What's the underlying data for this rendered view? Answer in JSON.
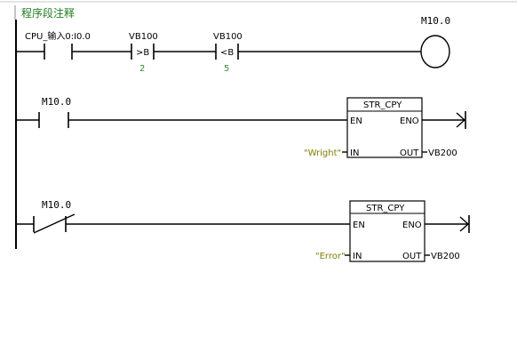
{
  "network": {
    "comment": "程序段注释"
  },
  "rung1": {
    "contact1_label": "CPU_输入0:I0.0",
    "compare1": {
      "operand": "VB100",
      "op": ">B",
      "value": "2"
    },
    "compare2": {
      "operand": "VB100",
      "op": "<B",
      "value": "5"
    },
    "coil_label": "M10.0"
  },
  "rung2": {
    "contact_label": "M10.0",
    "block": {
      "title": "STR_CPY",
      "en": "EN",
      "eno": "ENO",
      "in": "IN",
      "out": "OUT"
    },
    "in_value": "\"Wright\"",
    "out_value": "VB200"
  },
  "rung3": {
    "contact_label": "M10.0",
    "block": {
      "title": "STR_CPY",
      "en": "EN",
      "eno": "ENO",
      "in": "IN",
      "out": "OUT"
    },
    "in_value": "\"Error\"",
    "out_value": "VB200"
  },
  "colors": {
    "comment": "#1e7f1e",
    "constant": "#808000",
    "compare_value": "#2e8b2e"
  }
}
